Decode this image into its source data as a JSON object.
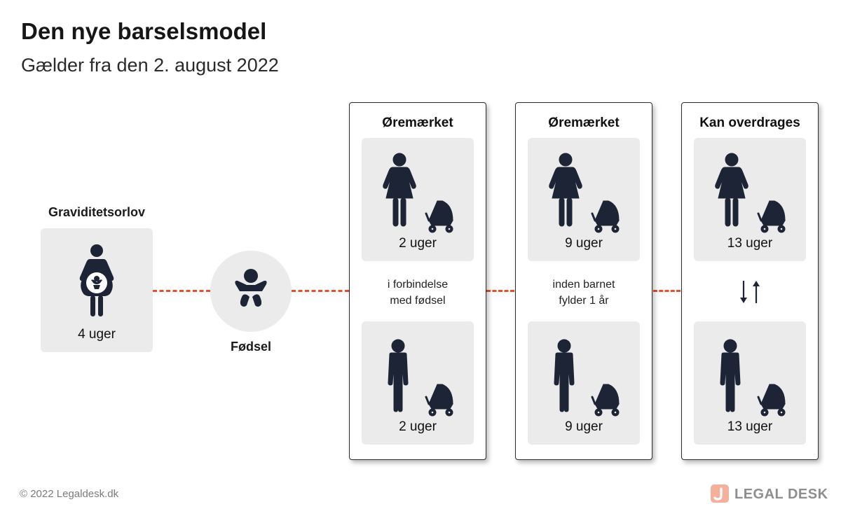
{
  "header": {
    "title": "Den nye barselsmodel",
    "subtitle": "Gælder fra den 2. august 2022"
  },
  "pregnancy": {
    "label": "Graviditetsorlov",
    "duration": "4 uger",
    "icon": "pregnant-woman-icon"
  },
  "birth": {
    "label": "Fødsel",
    "icon": "baby-icon"
  },
  "panels": [
    {
      "heading": "Øremærket",
      "mother_duration": "2 uger",
      "father_duration": "2 uger",
      "note_line1": "i forbindelse",
      "note_line2": "med fødsel"
    },
    {
      "heading": "Øremærket",
      "mother_duration": "9 uger",
      "father_duration": "9 uger",
      "note_line1": "inden barnet",
      "note_line2": "fylder 1 år"
    },
    {
      "heading": "Kan overdrages",
      "mother_duration": "13 uger",
      "father_duration": "13 uger",
      "transfer_icon": "swap-arrows-icon"
    }
  ],
  "footer": {
    "copyright": "© 2022 Legaldesk.dk",
    "brand": "LEGAL DESK"
  },
  "colors": {
    "accent_dash": "#e8502c",
    "icon_dark": "#1d2435",
    "card_bg": "#ebebeb",
    "brand_mark": "#f3b09a"
  }
}
